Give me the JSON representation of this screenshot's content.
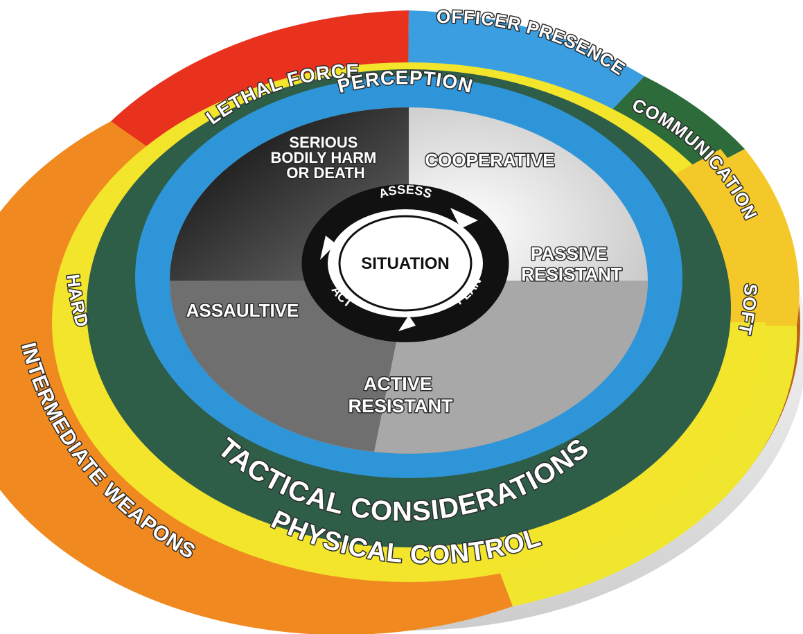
{
  "colors": {
    "lethal_force": "#e8321e",
    "officer_presence": "#3a9ee0",
    "communication": "#2d6b3a",
    "soft": "#f5c82a",
    "physical_control": "#f0e62e",
    "intermediate_weapons": "#f08a20",
    "dark_green": "#2e5d48",
    "perception_blue": "#2f95d9",
    "text_white": "#ffffff",
    "text_dark": "#1a1a1a"
  },
  "outer_ring": {
    "lethal_force": "LETHAL FORCE",
    "officer_presence": "OFFICER PRESENCE",
    "communication": "COMMUNICATION",
    "soft": "SOFT",
    "physical_control": "PHYSICAL CONTROL",
    "hard": "HARD",
    "intermediate_weapons": "INTERMEDIATE WEAPONS"
  },
  "blue_ring": {
    "perception": "PERCEPTION",
    "tactical_considerations": "TACTICAL CONSIDERATIONS"
  },
  "inner_disc": {
    "serious": [
      "SERIOUS",
      "BODILY HARM",
      "OR DEATH"
    ],
    "cooperative": "COOPERATIVE",
    "passive": [
      "PASSIVE",
      "RESISTANT"
    ],
    "active": [
      "ACTIVE",
      "RESISTANT"
    ],
    "assaultive": "ASSAULTIVE"
  },
  "center": {
    "situation": "SITUATION",
    "assess": "ASSESS",
    "plan": "PLAN",
    "act": "ACT"
  }
}
